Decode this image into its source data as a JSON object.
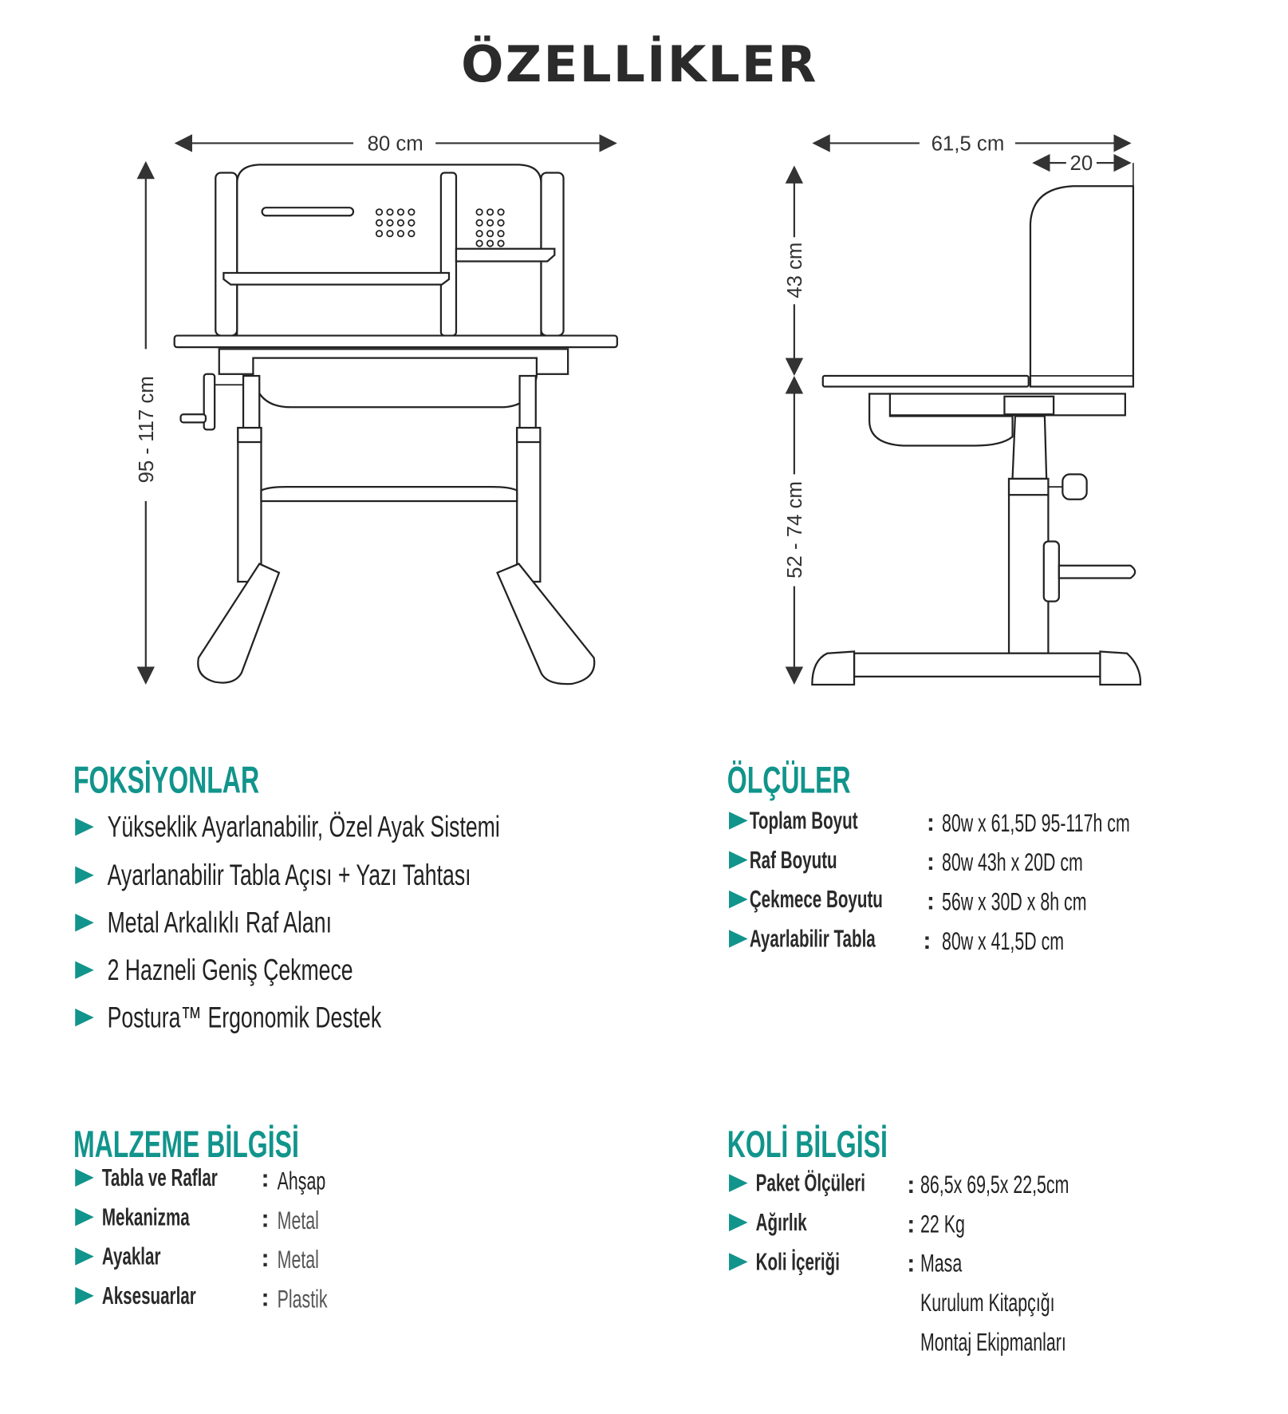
{
  "title": "ÖZELLİKLER",
  "front_view": {
    "width_label": "80 cm",
    "height_label": "95 - 117 cm"
  },
  "side_view": {
    "depth_label": "61,5 cm",
    "shelf_depth_label": "20",
    "shelf_height_label": "43 cm",
    "table_height_label": "52 - 74 cm"
  },
  "functions": {
    "heading": "FOKSİYONLAR",
    "items": [
      "Yükseklik Ayarlanabilir, Özel Ayak Sistemi",
      "Ayarlanabilir Tabla Açısı + Yazı Tahtası",
      "Metal Arkalıklı Raf Alanı",
      "2 Hazneli Geniş Çekmece",
      "Postura™ Ergonomik Destek"
    ]
  },
  "dimensions": {
    "heading": "ÖLÇÜLER",
    "rows": [
      {
        "label": "Toplam  Boyut",
        "value": "80w x 61,5D  95-117h cm"
      },
      {
        "label": "Raf Boyutu",
        "value": "80w 43h x 20D cm"
      },
      {
        "label": "Çekmece Boyutu",
        "value": "56w x 30D x 8h cm"
      },
      {
        "label": "Ayarlabilir Tabla",
        "value": "80w x 41,5D cm"
      }
    ]
  },
  "material": {
    "heading": "MALZEME BİLGİSİ",
    "rows": [
      {
        "label": "Tabla ve Raflar",
        "value": "Ahşap"
      },
      {
        "label": "Mekanizma",
        "value": "Metal"
      },
      {
        "label": "Ayaklar",
        "value": "Metal"
      },
      {
        "label": "Aksesuarlar",
        "value": "Plastik"
      }
    ]
  },
  "package": {
    "heading": "KOLİ BİLGİSİ",
    "rows": [
      {
        "label": "Paket Ölçüleri",
        "value": "86,5x 69,5x 22,5cm"
      },
      {
        "label": "Ağırlık",
        "value": "22 Kg"
      },
      {
        "label": "Koli İçeriği",
        "value": "Masa"
      }
    ],
    "contents_extra": [
      "Kurulum Kitapçığı",
      "Montaj Ekipmanları"
    ]
  },
  "colon": ":",
  "colors": {
    "accent": "#11948b",
    "text": "#2a2a2a"
  },
  "icons": {
    "bullet": "triangle-right-icon"
  }
}
